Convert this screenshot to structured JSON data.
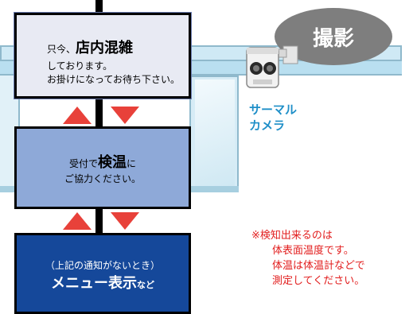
{
  "flow": {
    "box1": {
      "line1_prefix": "只今、",
      "line1_emph": "店内混雑",
      "line2": "しております。",
      "line3": "お掛けになってお待ち下さい。"
    },
    "box2": {
      "line1_prefix": "受付で",
      "line1_emph": "検温",
      "line1_suffix": "に",
      "line2": "ご協力ください。"
    },
    "box3": {
      "line1": "（上記の通知がないとき）",
      "line2_emph": "メニュー表示",
      "line2_suffix": "など"
    }
  },
  "camera": {
    "bubble_label": "撮影",
    "label_line1": "サーマル",
    "label_line2": "カメラ"
  },
  "note": {
    "line1": "※検知出来るのは",
    "line2": "体表面温度です。",
    "line3": "体温は体温計などで",
    "line4": "測定してください。"
  },
  "colors": {
    "arrow": "#e8413a",
    "box3_bg": "#15489a",
    "box2_bg": "#8ea9d8",
    "camera_label": "#1f8fc8",
    "note": "#e21d1d"
  }
}
